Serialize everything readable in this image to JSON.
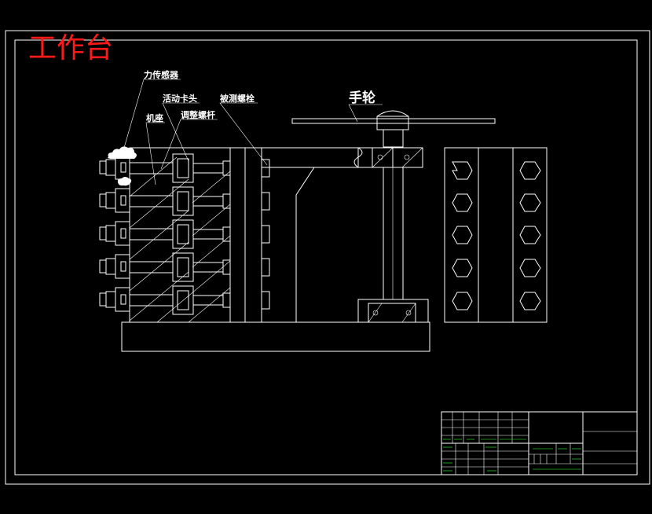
{
  "drawing": {
    "title": "工作台",
    "labels": {
      "force_sensor": "力传感器",
      "movable_chuck": "活动卡头",
      "tested_bolt": "被测螺栓",
      "base": "机座",
      "adjust_screw": "调整螺杆",
      "handwheel": "手轮"
    }
  },
  "colors": {
    "background": "#000000",
    "lines": "#ffffff",
    "title": "#ff1a1a",
    "title_block_text": "#33ff33"
  }
}
